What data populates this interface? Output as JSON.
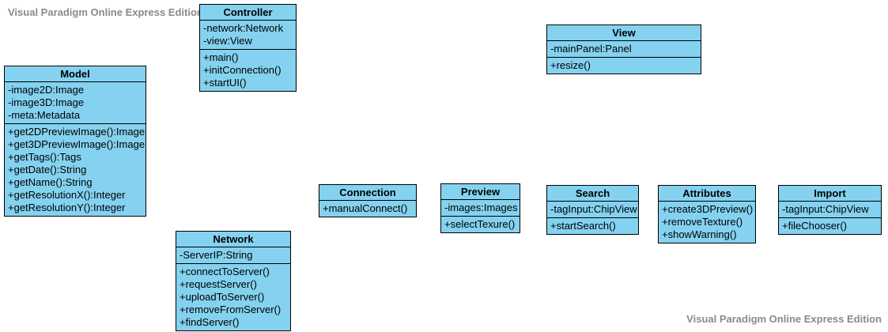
{
  "app": {
    "watermark_top_left": "Visual Paradigm Online Express Edition",
    "watermark_bottom_right": "Visual Paradigm Online Express Edition"
  },
  "colors": {
    "class_fill": "#84d2f0",
    "class_border": "#000000",
    "class_text": "#000000",
    "watermark_text": "#8a8a8a",
    "background": "#ffffff"
  },
  "diagram": {
    "type": "uml-class-diagram"
  },
  "classes": [
    {
      "name": "Model",
      "attributes": [
        "-image2D:Image",
        "-image3D:Image",
        "-meta:Metadata"
      ],
      "methods": [
        "+get2DPreviewImage():Image",
        "+get3DPreviewImage():Image",
        "+getTags():Tags",
        "+getDate():String",
        "+getName():String",
        "+getResolutionX():Integer",
        "+getResolutionY():Integer"
      ]
    },
    {
      "name": "Controller",
      "attributes": [
        "-network:Network",
        "-view:View"
      ],
      "methods": [
        "+main()",
        "+initConnection()",
        "+startUI()"
      ]
    },
    {
      "name": "View",
      "attributes": [
        "-mainPanel:Panel"
      ],
      "methods": [
        "+resize()"
      ]
    },
    {
      "name": "Connection",
      "attributes": [],
      "methods": [
        "+manualConnect()"
      ]
    },
    {
      "name": "Preview",
      "attributes": [
        "-images:Images"
      ],
      "methods": [
        "+selectTexure()"
      ]
    },
    {
      "name": "Search",
      "attributes": [
        "-tagInput:ChipView"
      ],
      "methods": [
        "+startSearch()"
      ]
    },
    {
      "name": "Attributes",
      "attributes": [],
      "methods": [
        "+create3DPreview()",
        "+removeTexture()",
        "+showWarning()"
      ]
    },
    {
      "name": "Import",
      "attributes": [
        "-tagInput:ChipView"
      ],
      "methods": [
        "+fileChooser()"
      ]
    },
    {
      "name": "Network",
      "attributes": [
        "-ServerIP:String"
      ],
      "methods": [
        "+connectToServer()",
        "+requestServer()",
        "+uploadToServer()",
        "+removeFromServer()",
        "+findServer()"
      ]
    }
  ]
}
